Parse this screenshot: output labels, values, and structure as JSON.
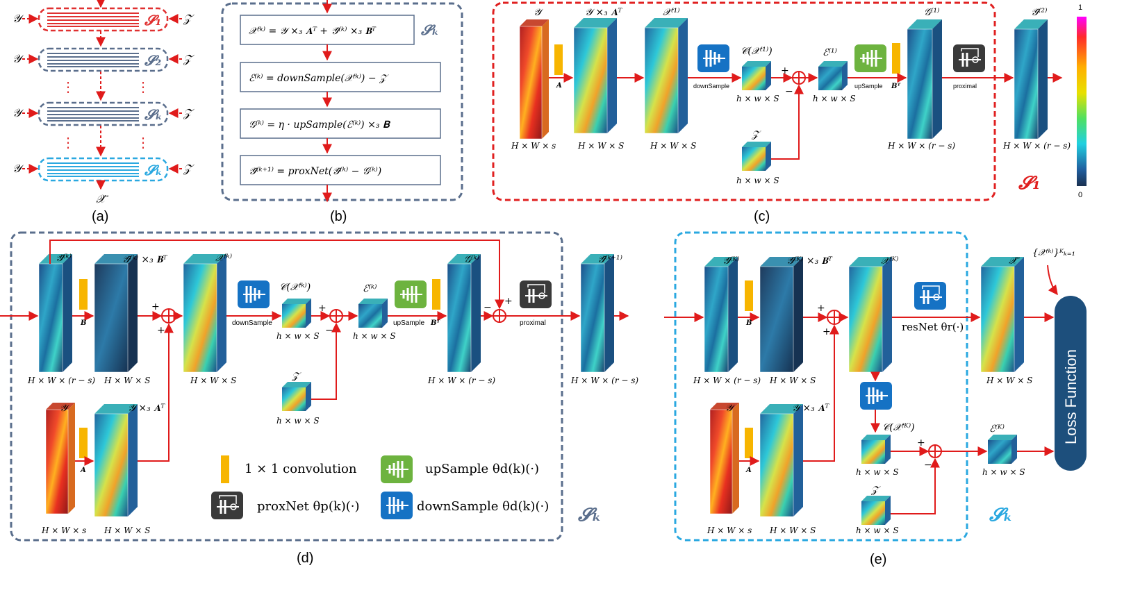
{
  "panel_labels": {
    "a": "(a)",
    "b": "(b)",
    "c": "(c)",
    "d": "(d)",
    "e": "(e)"
  },
  "panel_a": {
    "inputs_left": [
      "𝒴",
      "𝒴",
      "𝒴",
      "𝒴"
    ],
    "inputs_right": [
      "𝒵",
      "𝒵",
      "𝒵",
      "𝒵"
    ],
    "stage_labels": [
      "𝓢₁",
      "𝓢₂",
      "𝓢ₖ",
      "𝓢ₖ"
    ],
    "ellipsis": "⋮",
    "output": "𝒳̂",
    "colors": {
      "first": "#e03030",
      "middle": "#5a6e8c",
      "last": "#2aa8e0"
    }
  },
  "panel_b": {
    "equations": [
      "𝒳⁽ᵏ⁾ = 𝒴 ×₃ 𝐀ᵀ + 𝒴̂⁽ᵏ⁾ ×₃ 𝐁ᵀ",
      "ℰ⁽ᵏ⁾ = downSample(𝒳⁽ᵏ⁾) − 𝒵",
      "𝒢⁽ᵏ⁾ = η · upSample(ℰ⁽ᵏ⁾) ×₃ 𝐁",
      "𝒴̂⁽ᵏ⁺¹⁾ = proxNet(𝒴̂⁽ᵏ⁾ − 𝒢⁽ᵏ⁾)"
    ],
    "stage": "𝓢ₖ"
  },
  "panel_c": {
    "stage": "𝓢₁",
    "tensors": [
      "𝒴",
      "𝒴 ×₃ 𝐀ᵀ",
      "𝒳⁽¹⁾",
      "𝒞(𝒳⁽¹⁾)",
      "ℰ⁽¹⁾",
      "𝒢⁽¹⁾",
      "𝒴̂⁽²⁾",
      "𝒵"
    ],
    "dims": [
      "H × W × s",
      "H × W × S",
      "H × W × S",
      "h × w × S",
      "h × w × S",
      "H × W × (r − s)",
      "H × W × (r − s)",
      "h × w × S"
    ],
    "ops": [
      "downSample",
      "upSample",
      "proximal"
    ],
    "mats": [
      "A",
      "Bᵀ"
    ],
    "signs": [
      "+",
      "−"
    ],
    "colorbar_max": "1",
    "colorbar_min": "0"
  },
  "panel_d": {
    "stage": "𝓢ₖ",
    "tensors": [
      "𝒴̂⁽ᵏ⁾",
      "𝒴̂⁽ᵏ⁾ ×₃ 𝐁ᵀ",
      "𝒳⁽ᵏ⁾",
      "𝒞(𝒳⁽ᵏ⁾)",
      "ℰ⁽ᵏ⁾",
      "𝒢⁽ᵏ⁾",
      "𝒴̂⁽ᵏ⁺¹⁾",
      "𝒴",
      "𝒴 ×₃ 𝐀ᵀ",
      "𝒵"
    ],
    "dims": [
      "H × W × (r − s)",
      "H × W × S",
      "H × W × S",
      "h × w × S",
      "h × w × S",
      "H × W × (r − s)",
      "H × W × (r − s)",
      "H × W × s",
      "H × W × S",
      "h × w × S"
    ],
    "ops": [
      "downSample",
      "upSample",
      "proximal"
    ],
    "mats": [
      "B",
      "Bᵀ",
      "A"
    ],
    "signs": [
      "+",
      "+",
      "+",
      "−",
      "−",
      "+"
    ],
    "legend": [
      "1 × 1 convolution",
      "upSample θd(k)(·)",
      "proxNet θp(k)(·)",
      "downSample θd(k)(·)"
    ]
  },
  "panel_e": {
    "stage": "𝓢ₖ",
    "tensors": [
      "𝒴̂⁽ᴷ⁾",
      "𝒴̂⁽ᴷ⁾ ×₃ 𝐁ᵀ",
      "𝒳⁽ᴷ⁾",
      "𝒳̂",
      "𝒞(𝒳⁽ᴷ⁾)",
      "ℰ⁽ᴷ⁾",
      "𝒴",
      "𝒴 ×₃ 𝐀ᵀ",
      "𝒵"
    ],
    "dims": [
      "H × W × (r − s)",
      "H × W × S",
      "H × W × S",
      "h × w × S",
      "h × w × S",
      "H × W × s",
      "H × W × S",
      "h × w × S"
    ],
    "mats": [
      "B",
      "A"
    ],
    "signs": [
      "+",
      "+",
      "+",
      "−"
    ],
    "resnet": "resNet θr(·)",
    "loss_input": "{𝒳⁽ᵏ⁾}ᴷₖ₌₁",
    "loss": "Loss Function"
  }
}
